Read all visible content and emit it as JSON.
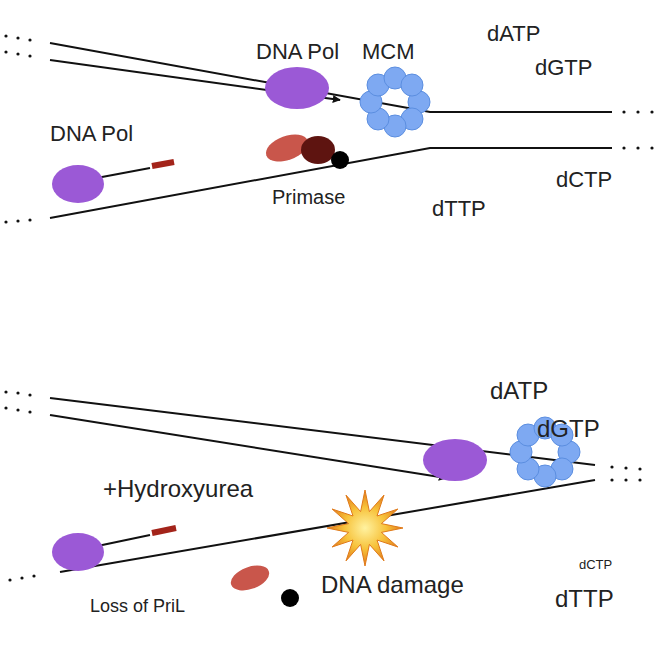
{
  "diagram": {
    "labels": [
      "DNA Pol",
      "MCM",
      "dATP",
      "dGTP",
      "DNA Pol",
      "Primase",
      "dCTP",
      "dTTP",
      "dATP",
      "dGTP",
      "+Hydroxyurea",
      "dCTP",
      "Loss of PriL",
      "DNA damage",
      "dTTP"
    ]
  }
}
